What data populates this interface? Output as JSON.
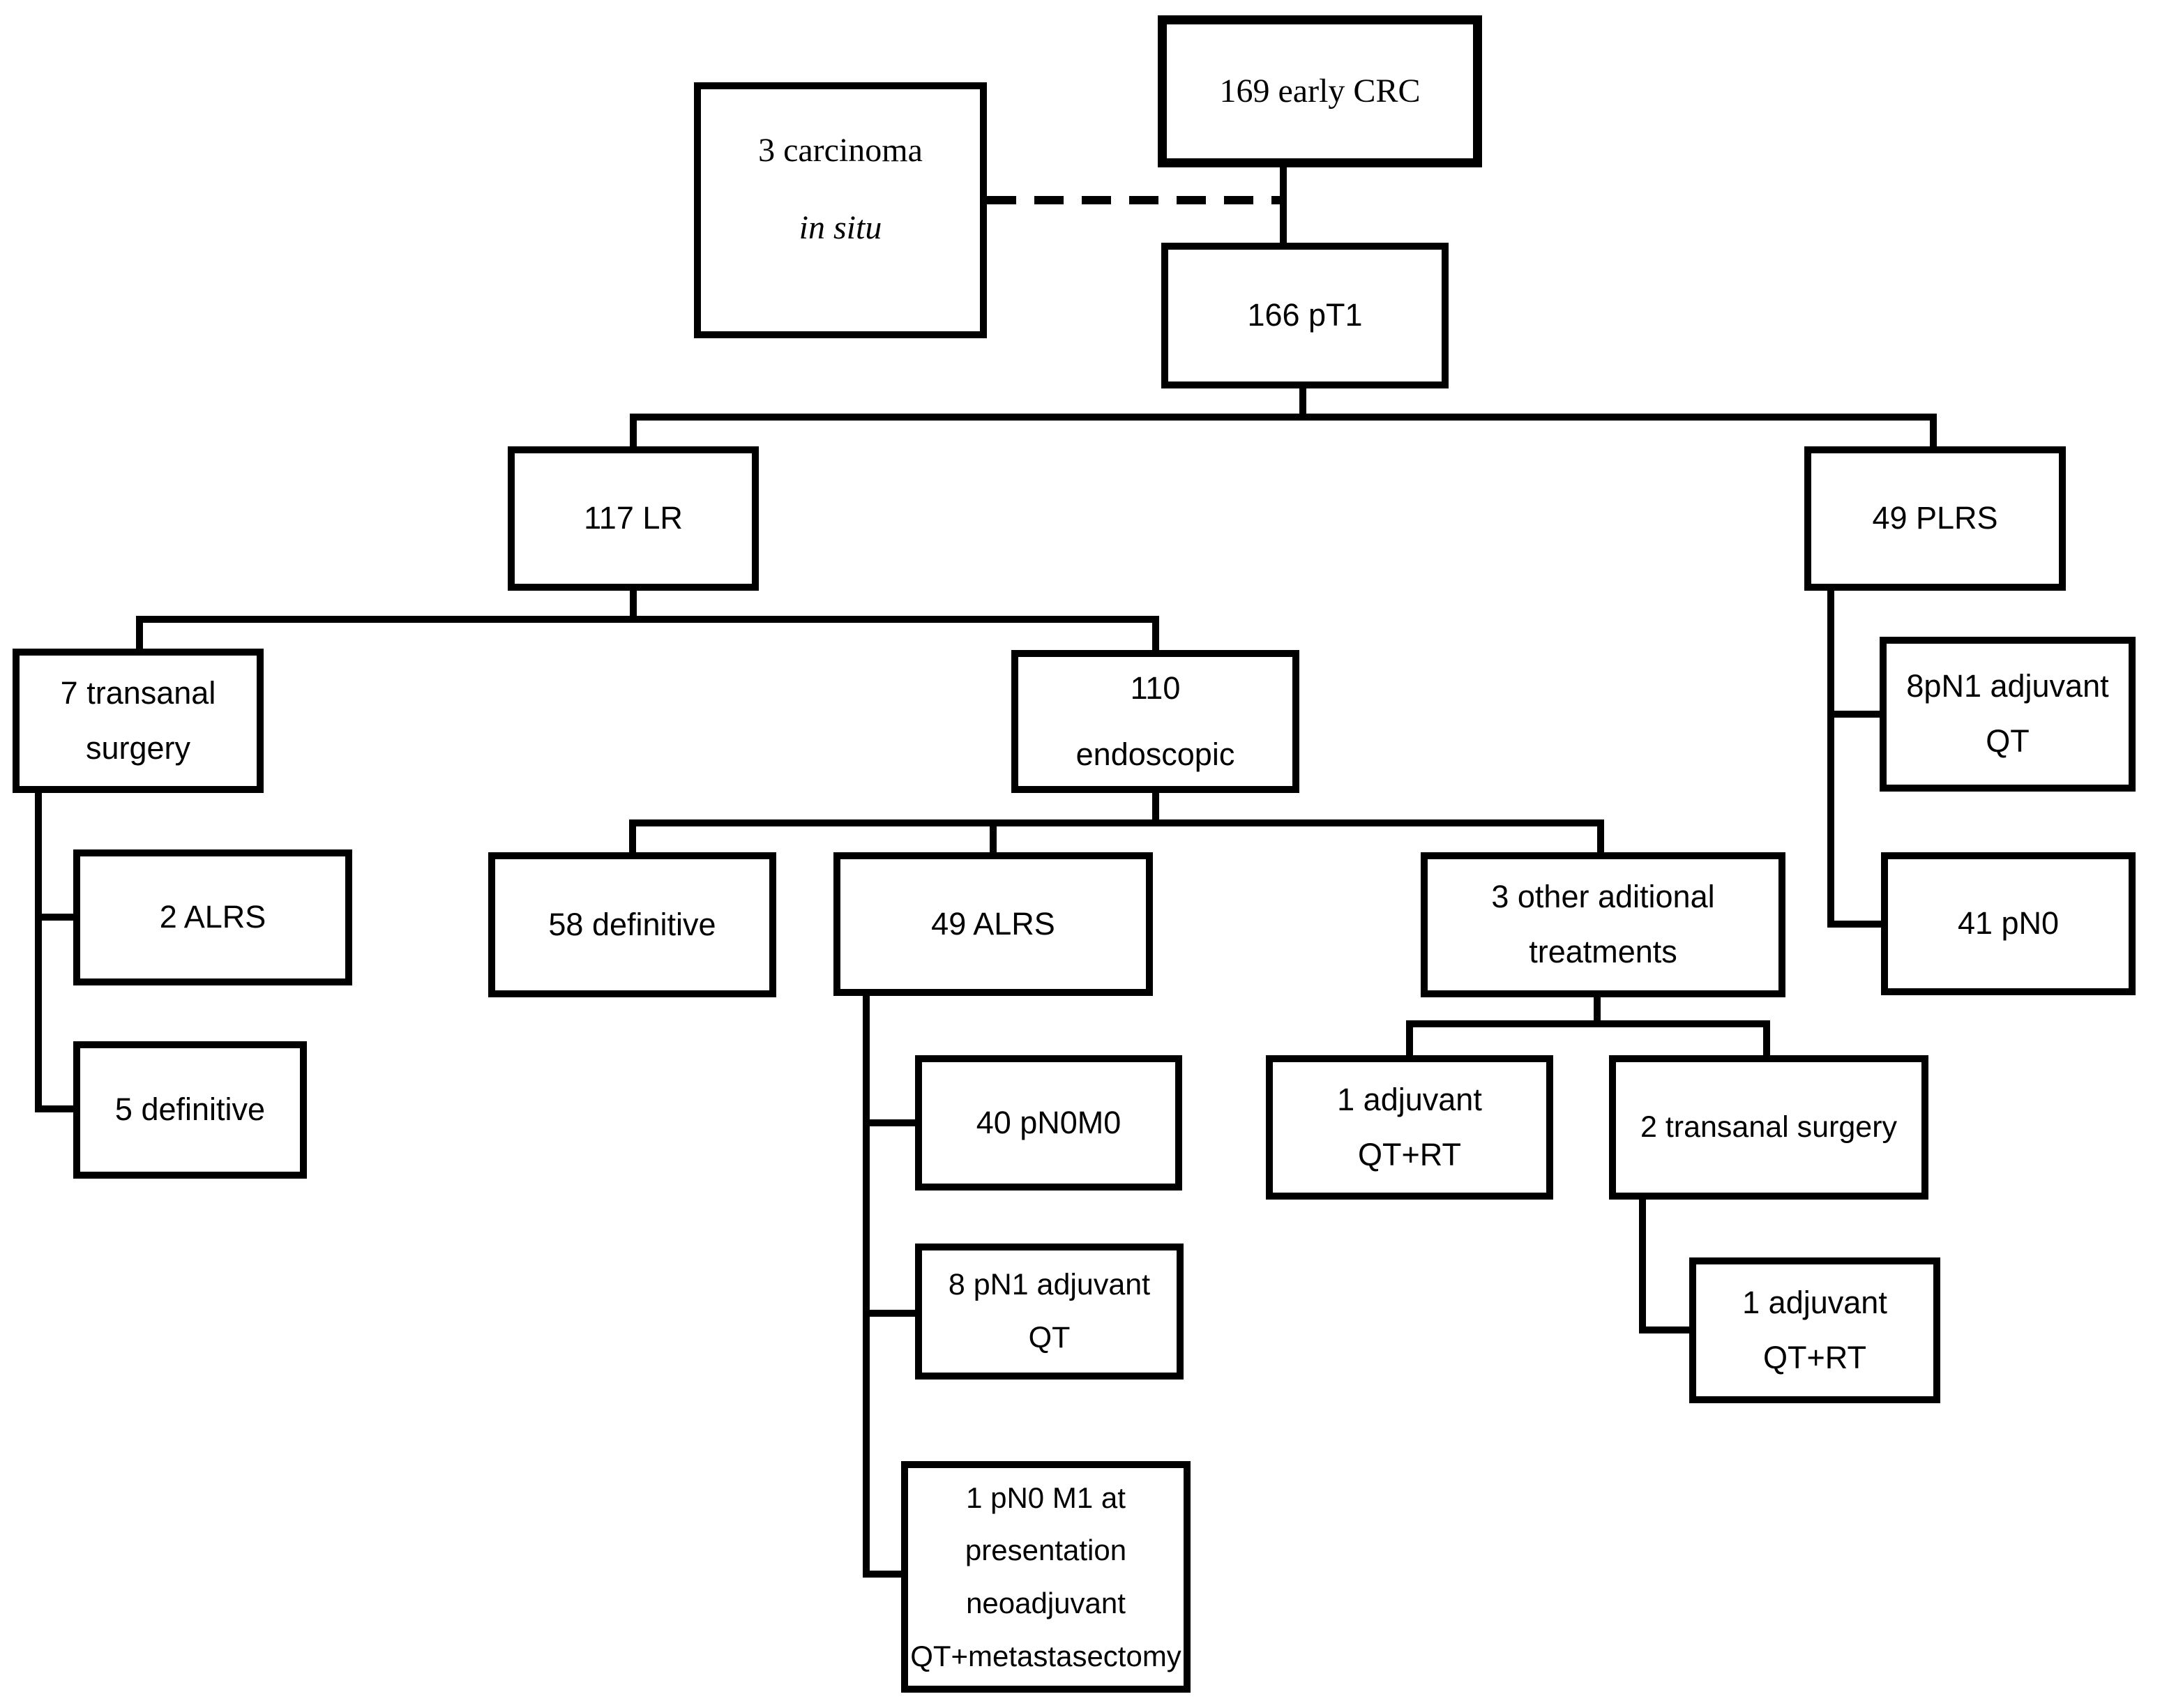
{
  "figure": {
    "type": "flowchart",
    "colors": {
      "stroke": "#000000",
      "text": "#000000",
      "background": "#ffffff"
    },
    "nodes": {
      "crc169": {
        "lines": [
          "169 early CRC"
        ]
      },
      "insitu3": {
        "lines": [
          "3 carcinoma",
          "in situ"
        ]
      },
      "pt1166": {
        "lines": [
          "166 pT1"
        ]
      },
      "lr117": {
        "lines": [
          "117 LR"
        ]
      },
      "plrs49": {
        "lines": [
          "49 PLRS"
        ]
      },
      "transanal7": {
        "lines": [
          "7 transanal",
          "surgery"
        ]
      },
      "endo110": {
        "lines": [
          "110",
          "endoscopic"
        ]
      },
      "pn1adjPlrs8": {
        "lines": [
          "8pN1 adjuvant",
          "QT"
        ]
      },
      "alrs2": {
        "lines": [
          "2 ALRS"
        ]
      },
      "def5": {
        "lines": [
          "5 definitive"
        ]
      },
      "def58": {
        "lines": [
          "58 definitive"
        ]
      },
      "alrs49": {
        "lines": [
          "49 ALRS"
        ]
      },
      "other3": {
        "lines": [
          "3 other aditional",
          "treatments"
        ]
      },
      "pn041": {
        "lines": [
          "41 pN0"
        ]
      },
      "adjQtRt1a": {
        "lines": [
          "1 adjuvant",
          "QT+RT"
        ]
      },
      "transanal2": {
        "lines": [
          "2 transanal surgery"
        ]
      },
      "pn0m040": {
        "lines": [
          "40 pN0M0"
        ]
      },
      "pn1adj8": {
        "lines": [
          "8 pN1 adjuvant",
          "QT"
        ]
      },
      "adjQtRt1b": {
        "lines": [
          "1 adjuvant",
          "QT+RT"
        ]
      },
      "pn0m11": {
        "lines": [
          "1 pN0 M1 at",
          "presentation",
          "neoadjuvant",
          "QT+metastasectomy"
        ]
      }
    }
  }
}
